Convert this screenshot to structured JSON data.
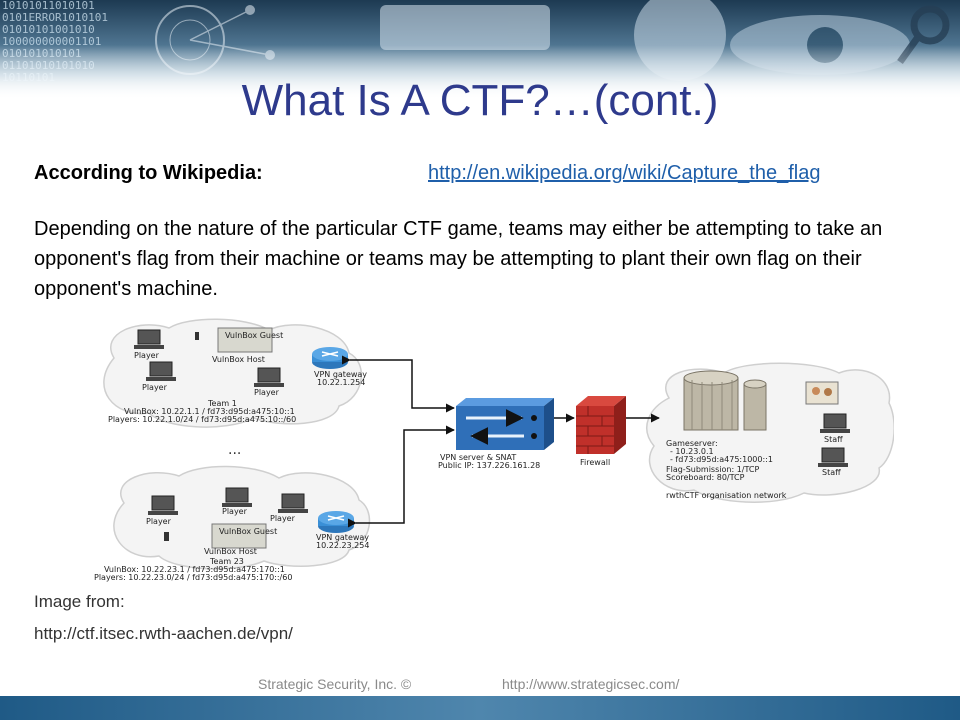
{
  "slide": {
    "title": "What Is A CTF?…(cont.)",
    "wiki_label": "According to Wikipedia:",
    "wiki_url": "http://en.wikipedia.org/wiki/Capture_the_flag",
    "description": "Depending on the nature of the particular CTF game, teams may either be attempting to take an opponent's flag from their machine or teams may be attempting to plant their own flag on their opponent's machine.",
    "image_credit_label": "Image from:",
    "image_credit_url": "http://ctf.itsec.rwth-aachen.de/vpn/"
  },
  "banner": {
    "binary_lines": [
      "10101011010101",
      "0101ERROR1010101",
      "01010101001010",
      "100000000001101",
      "010101010101",
      "01101010101010",
      "10110101"
    ]
  },
  "diagram": {
    "team1": {
      "player_a": "Player",
      "player_b": "Player",
      "player_c": "Player",
      "vulnbox_guest": "VulnBox Guest",
      "vulnbox_host": "VulnBox Host",
      "gateway_name": "VPN gateway",
      "gateway_ip": "10.22.1.254",
      "team_name": "Team 1",
      "vulnbox_line": "VulnBox: 10.22.1.1 / fd73:d95d:a475:10::1",
      "players_line": "Players: 10.22.1.0/24 / fd73:d95d:a475:10::/60"
    },
    "ellipsis": "...",
    "team23": {
      "player_a": "Player",
      "player_b": "Player",
      "player_c": "Player",
      "vulnbox_guest": "VulnBox Guest",
      "vulnbox_host": "VulnBox Host",
      "gateway_name": "VPN gateway",
      "gateway_ip": "10.22.23.254",
      "team_name": "Team 23",
      "vulnbox_line": "VulnBox: 10.22.23.1 / fd73:d95d:a475:170::1",
      "players_line": "Players: 10.22.23.0/24 / fd73:d95d:a475:170::/60"
    },
    "vpn_server": {
      "name": "VPN server & SNAT",
      "public_ip": "Public IP: 137.226.161.28"
    },
    "firewall": "Firewall",
    "org": {
      "gameserver": "Gameserver:",
      "ip4": "- 10.23.0.1",
      "ip6": "- fd73:d95d:a475:1000::1",
      "flag_submission": "Flag-Submission: 1/TCP",
      "scoreboard": "Scoreboard: 80/TCP",
      "network": "rwthCTF organisation network",
      "staff_a": "Staff",
      "staff_b": "Staff"
    }
  },
  "footer": {
    "copyright": "Strategic Security, Inc. ©",
    "url": "http://www.strategicsec.com/"
  },
  "colors": {
    "title": "#2e3a8c",
    "link": "#1f5faa",
    "footer_bar": "#1f5a86",
    "switch": "#2f6fb8",
    "firewall": "#c0302a",
    "router": "#3a8fd6"
  }
}
